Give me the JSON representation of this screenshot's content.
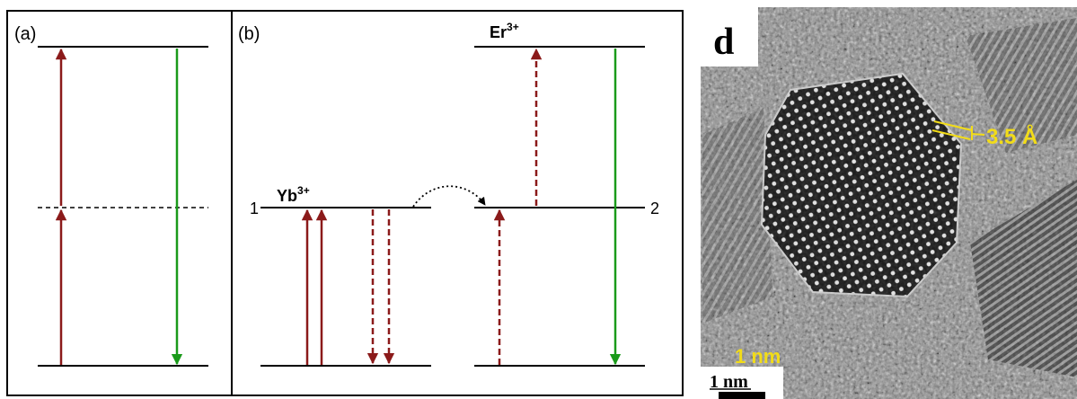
{
  "panel_a": {
    "label": "(a)"
  },
  "panel_b": {
    "label": "(b)",
    "yb_label": "Yb",
    "yb_sup": "3+",
    "er_label": "Er",
    "er_sup": "3+",
    "level_left": "1",
    "level_right": "2"
  },
  "panel_d": {
    "label": "d",
    "spacing_label": "3.5 Å",
    "scale_label_yellow": "1 nm",
    "scale_label_bar": "1 nm"
  },
  "colors": {
    "excitation_arrow": "#8b1a1a",
    "emission_arrow": "#1a9a1a",
    "annotation_yellow": "#f2dc18",
    "frame": "#000000"
  }
}
